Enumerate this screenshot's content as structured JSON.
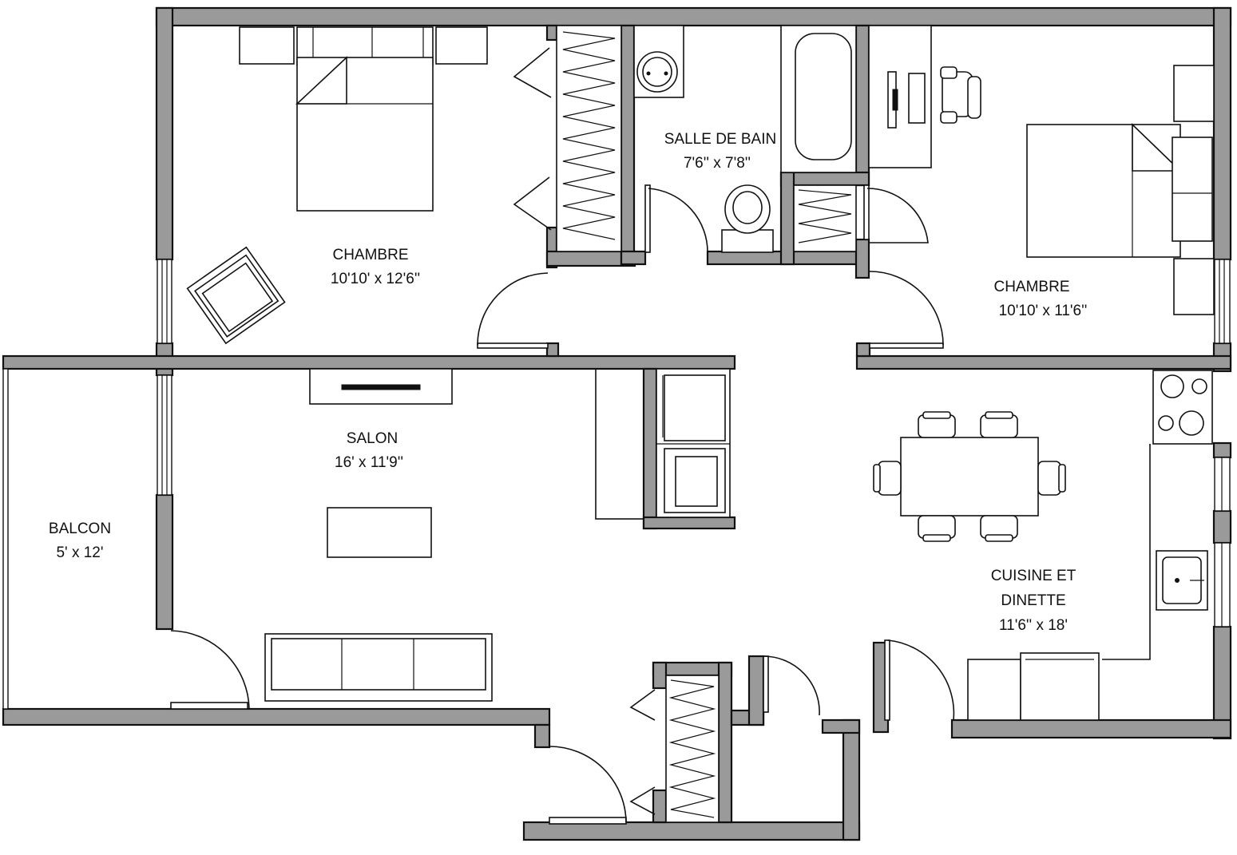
{
  "rooms": {
    "bedroom_left": {
      "name": "CHAMBRE",
      "size": "10'10' x 12'6''"
    },
    "bathroom": {
      "name": "SALLE DE BAIN",
      "size": "7'6'' x 7'8''"
    },
    "bedroom_right": {
      "name": "CHAMBRE",
      "size": "10'10' x 11'6''"
    },
    "living": {
      "name": "SALON",
      "size": "16' x 11'9''"
    },
    "balcony": {
      "name": "BALCON",
      "size": "5' x 12'"
    },
    "kitchen": {
      "name_line1": "CUISINE ET",
      "name_line2": "DINETTE",
      "size": "11'6'' x 18'"
    }
  }
}
